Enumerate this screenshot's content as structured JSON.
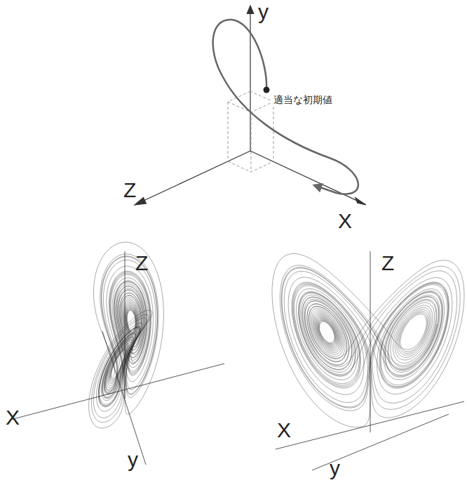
{
  "diagram": {
    "labels": [
      "y",
      "Z",
      "X",
      "適当な初期値",
      "Z",
      "X",
      "y",
      "Z",
      "X",
      "y"
    ]
  }
}
